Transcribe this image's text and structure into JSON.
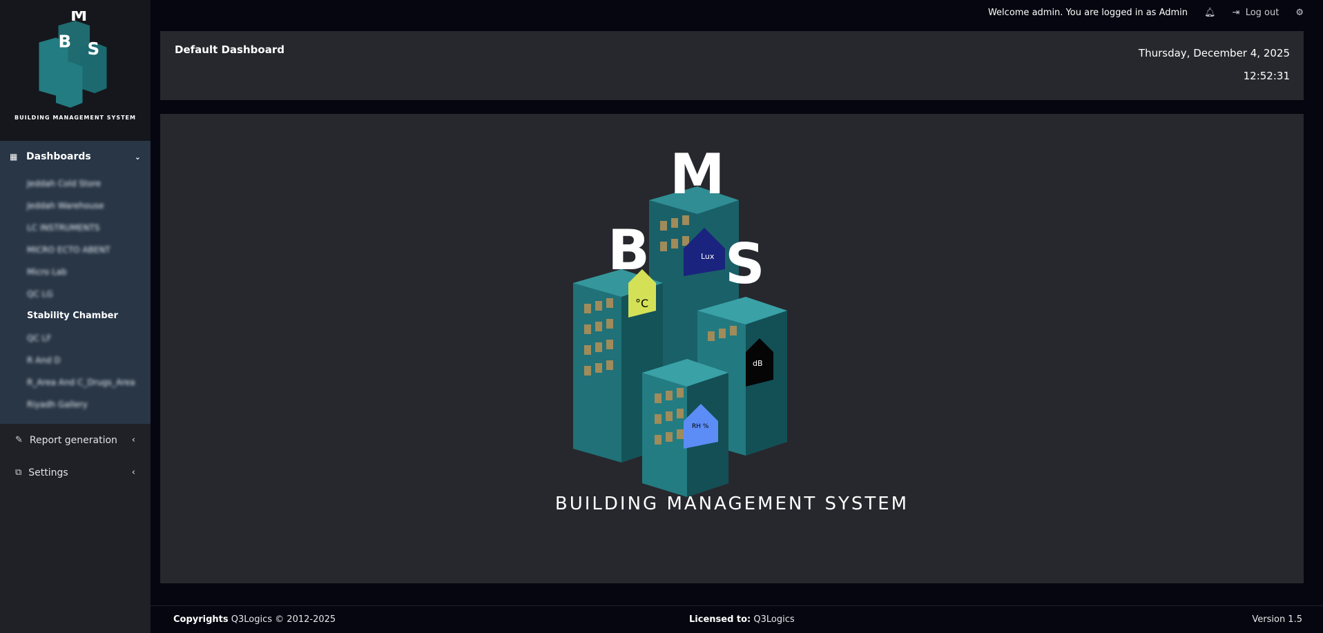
{
  "app": {
    "logo_text": "BMS",
    "logo_caption": "BUILDING MANAGEMENT SYSTEM"
  },
  "sidebar": {
    "dashboards_label": "Dashboards",
    "dashboard_items": [
      "Jeddah Cold Store",
      "Jeddah Warehouse",
      "LC INSTRUMENTS",
      "MICRO ECTO ABENT",
      "Micro Lab",
      "QC LG",
      "Stability Chamber",
      "QC LF",
      "R And D",
      "R_Area And C_Drugs_Area",
      "Riyadh Gallery"
    ],
    "report_label": "Report generation",
    "settings_label": "Settings"
  },
  "topbar": {
    "welcome": "Welcome admin. You are logged in as Admin",
    "logout": "Log out"
  },
  "header": {
    "title": "Default Dashboard",
    "date": "Thursday, December 4, 2025",
    "time": "12:52:31"
  },
  "main": {
    "logo_caption": "BUILDING MANAGEMENT SYSTEM",
    "badges": [
      "°C",
      "Lux",
      "dB",
      "RH %"
    ]
  },
  "footer": {
    "copyright_label": "Copyrights",
    "copyright_text": "Q3Logics © 2012-2025",
    "licensed_label": "Licensed to:",
    "licensed_to": "Q3Logics",
    "version": "Version 1.5"
  }
}
